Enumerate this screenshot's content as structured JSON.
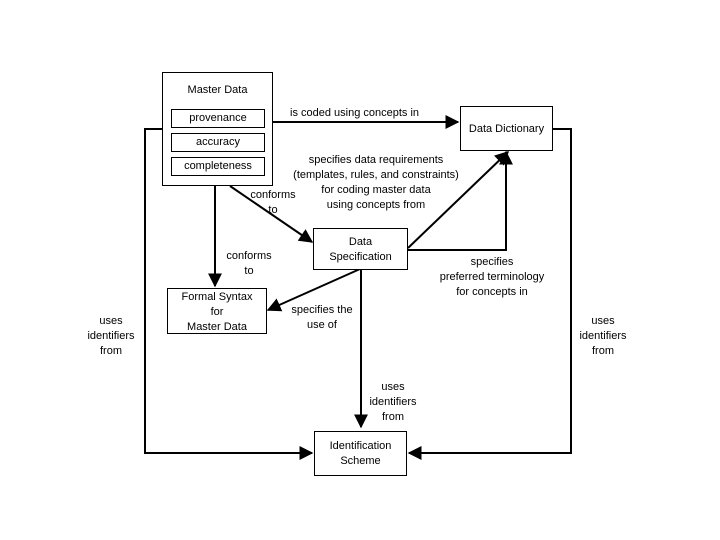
{
  "nodes": {
    "master_data": {
      "title": "Master Data",
      "attributes": [
        "provenance",
        "accuracy",
        "completeness"
      ]
    },
    "data_dictionary": {
      "label": "Data Dictionary"
    },
    "data_specification": {
      "lines": [
        "Data",
        "Specification"
      ]
    },
    "formal_syntax": {
      "lines": [
        "Formal Syntax",
        "for",
        "Master Data"
      ]
    },
    "identification_scheme": {
      "lines": [
        "Identification",
        "Scheme"
      ]
    }
  },
  "edges": {
    "coded_using": {
      "lines": [
        "is coded using concepts in"
      ]
    },
    "specifies_requirements": {
      "lines": [
        "specifies data requirements",
        "(templates, rules, and constraints)",
        "for coding master data",
        "using concepts from"
      ]
    },
    "conforms_to_spec": {
      "lines": [
        "conforms",
        "to"
      ]
    },
    "conforms_to_syntax": {
      "lines": [
        "conforms",
        "to"
      ]
    },
    "specifies_terminology": {
      "lines": [
        "specifies",
        "preferred terminology",
        "for concepts in"
      ]
    },
    "specifies_use": {
      "lines": [
        "specifies the",
        "use of"
      ]
    },
    "uses_identifiers_left": {
      "lines": [
        "uses",
        "identifiers",
        "from"
      ]
    },
    "uses_identifiers_right": {
      "lines": [
        "uses",
        "identifiers",
        "from"
      ]
    },
    "uses_identifiers_center": {
      "lines": [
        "uses",
        "identifiers",
        "from"
      ]
    }
  }
}
